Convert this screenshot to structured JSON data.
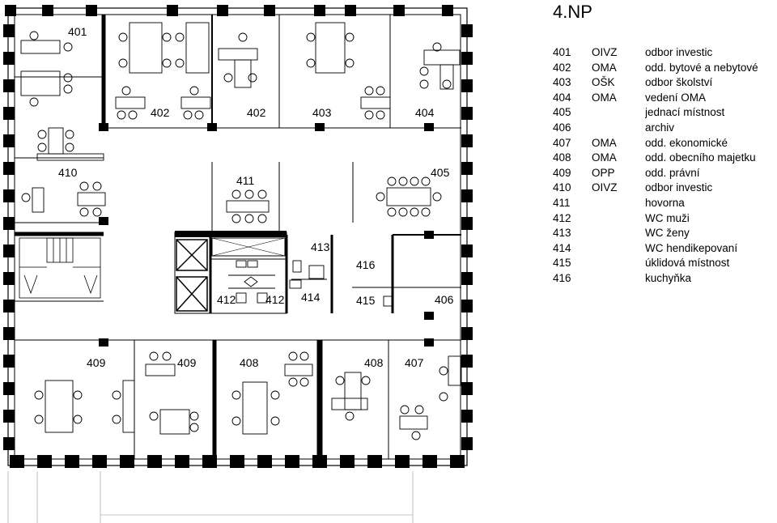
{
  "floor_title": "4.NP",
  "room_labels": [
    "401",
    "402",
    "402",
    "403",
    "404",
    "405",
    "406",
    "407",
    "408",
    "408",
    "409",
    "409",
    "410",
    "411",
    "412",
    "412",
    "413",
    "414",
    "415",
    "416"
  ],
  "legend": [
    {
      "num": "401",
      "dept": "OIVZ",
      "desc": "odbor investic"
    },
    {
      "num": "402",
      "dept": "OMA",
      "desc": "odd. bytové a nebytové"
    },
    {
      "num": "403",
      "dept": "OŠK",
      "desc": "odbor školství"
    },
    {
      "num": "404",
      "dept": "OMA",
      "desc": "vedení OMA"
    },
    {
      "num": "405",
      "dept": "",
      "desc": "jednací místnost"
    },
    {
      "num": "406",
      "dept": "",
      "desc": "archiv"
    },
    {
      "num": "407",
      "dept": "OMA",
      "desc": "odd. ekonomické"
    },
    {
      "num": "408",
      "dept": "OMA",
      "desc": "odd. obecního majetku"
    },
    {
      "num": "409",
      "dept": "OPP",
      "desc": "odd. právní"
    },
    {
      "num": "410",
      "dept": "OIVZ",
      "desc": "odbor investic"
    },
    {
      "num": "411",
      "dept": "",
      "desc": "hovorna"
    },
    {
      "num": "412",
      "dept": "",
      "desc": "WC muži"
    },
    {
      "num": "413",
      "dept": "",
      "desc": "WC ženy"
    },
    {
      "num": "414",
      "dept": "",
      "desc": "WC hendikepovaní"
    },
    {
      "num": "415",
      "dept": "",
      "desc": "úklidová místnost"
    },
    {
      "num": "416",
      "dept": "",
      "desc": "kuchyňka"
    }
  ]
}
